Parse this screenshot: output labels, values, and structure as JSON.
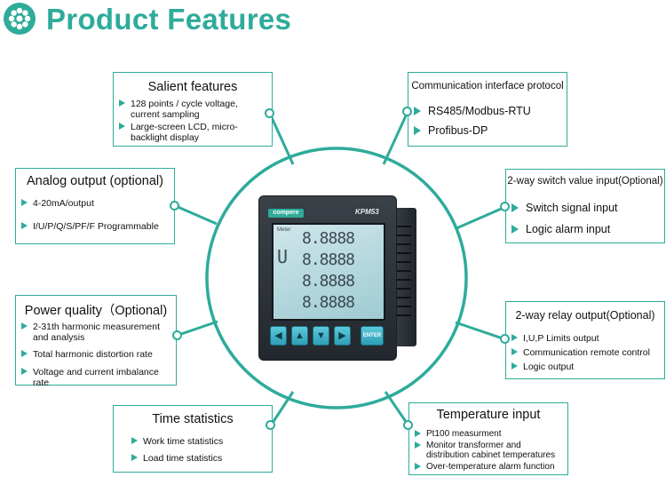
{
  "header": {
    "title": "Product Features",
    "icon": "flower-icon"
  },
  "device": {
    "brand": "compere",
    "model": "KPM53",
    "lcd_tag": "Meter",
    "lcd_symbol": "U",
    "lcd_rows": [
      "8.8888",
      "8.8888",
      "8.8888",
      "8.8888"
    ],
    "keys": [
      "◀",
      "▲",
      "▼",
      "▶"
    ],
    "enter_label": "ENTER"
  },
  "boxes": {
    "salient": {
      "title": "Salient features",
      "items": [
        "128 points / cycle voltage, current sampling",
        "Large-screen LCD, micro-backlight display"
      ]
    },
    "communication": {
      "title": "Communication interface protocol",
      "items": [
        "RS485/Modbus-RTU",
        "Profibus-DP"
      ]
    },
    "analog": {
      "title": "Analog output (optional)",
      "items": [
        "4-20mA/output",
        "I/U/P/Q/S/PF/F  Programmable"
      ]
    },
    "switch_input": {
      "title": "2-way switch value input(Optional)",
      "items": [
        "Switch signal input",
        "Logic alarm input"
      ]
    },
    "power_quality": {
      "title": "Power quality（Optional)",
      "items": [
        "2-31th harmonic measurement and analysis",
        "Total harmonic distortion rate",
        "Voltage and current imbalance rate"
      ]
    },
    "relay_output": {
      "title": "2-way relay output(Optional)",
      "items": [
        "I,U,P Limits output",
        "Communication remote control",
        "Logic output"
      ]
    },
    "time_statistics": {
      "title": "Time statistics",
      "items": [
        "Work time statistics",
        "Load time statistics"
      ]
    },
    "temperature": {
      "title": "Temperature input",
      "items": [
        "Pt100 measurment",
        "Monitor transformer and distribution cabinet temperatures",
        "Over-temperature alarm function"
      ]
    }
  },
  "colors": {
    "accent": "#2eab9b",
    "text": "#111111",
    "key": "#3fb6cc"
  }
}
